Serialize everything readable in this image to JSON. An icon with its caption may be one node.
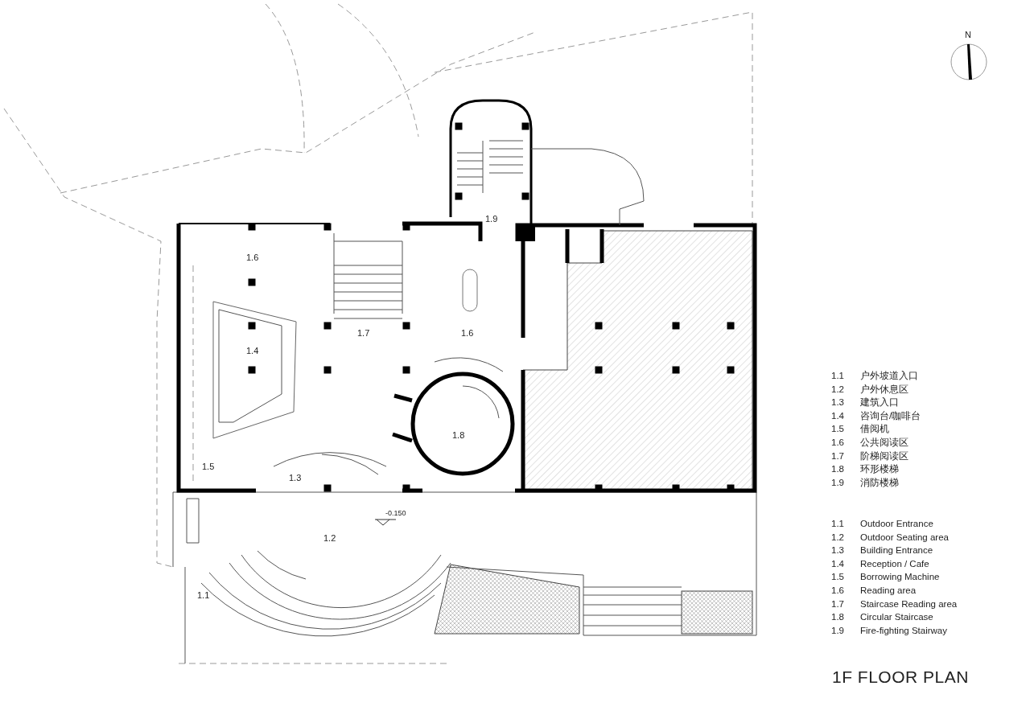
{
  "diagram": {
    "title": "1F FLOOR PLAN",
    "labels": [
      "N",
      "1.9",
      "1.6",
      "1.7",
      "1.6",
      "1.4",
      "1.8",
      "1.5",
      "1.3",
      "1.2",
      "-0.150",
      "1.1",
      "1.1",
      "户外坡道入口",
      "1.2",
      "户外休息区",
      "1.3",
      "建筑入口",
      "1.4",
      "咨询台/咖啡台",
      "1.5",
      "借阅机",
      "1.6",
      "公共阅读区",
      "1.7",
      "阶梯阅读区",
      "1.8",
      "环形楼梯",
      "1.9",
      "消防楼梯",
      "1.1",
      "Outdoor Entrance",
      "1.2",
      "Outdoor Seating area",
      "1.3",
      "Building Entrance",
      "1.4",
      "Reception / Cafe",
      "1.5",
      "Borrowing Machine",
      "1.6",
      "Reading area",
      "1.7",
      "Staircase Reading area",
      "1.8",
      "Circular Staircase",
      "1.9",
      "Fire-fighting Stairway"
    ]
  }
}
